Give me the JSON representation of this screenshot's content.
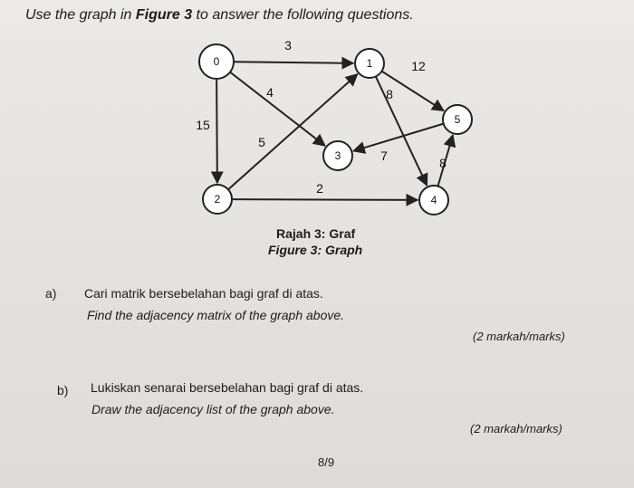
{
  "instruction": {
    "prefix": "Use the graph in ",
    "bold": "Figure 3",
    "suffix": " to answer the following questions."
  },
  "graph": {
    "nodes": [
      {
        "id": "0",
        "label": "0"
      },
      {
        "id": "1",
        "label": "1"
      },
      {
        "id": "2",
        "label": "2"
      },
      {
        "id": "3",
        "label": "3"
      },
      {
        "id": "4",
        "label": "4"
      },
      {
        "id": "5",
        "label": "5"
      }
    ],
    "edges": [
      {
        "from": "0",
        "to": "1",
        "weight": "3"
      },
      {
        "from": "0",
        "to": "3",
        "weight": "4"
      },
      {
        "from": "0",
        "to": "2",
        "weight": "15"
      },
      {
        "from": "1",
        "to": "5",
        "weight": "12"
      },
      {
        "from": "1",
        "to": "4",
        "weight": "8"
      },
      {
        "from": "2",
        "to": "1",
        "weight": "5"
      },
      {
        "from": "2",
        "to": "4",
        "weight": "2"
      },
      {
        "from": "5",
        "to": "3",
        "weight": "7"
      },
      {
        "from": "4",
        "to": "5",
        "weight": "8"
      }
    ]
  },
  "caption": {
    "ms": "Rajah 3: Graf",
    "en": "Figure 3: Graph"
  },
  "questions": [
    {
      "letter": "a)",
      "ms": "Cari matrik bersebelahan bagi graf di atas.",
      "en": "Find the adjacency matrix of the graph above.",
      "marks": "(2 markah/marks)"
    },
    {
      "letter": "b)",
      "ms": "Lukiskan senarai bersebelahan bagi graf di atas.",
      "en": "Draw the adjacency list of the graph above.",
      "marks": "(2 markah/marks)"
    }
  ],
  "page_number": "8/9"
}
